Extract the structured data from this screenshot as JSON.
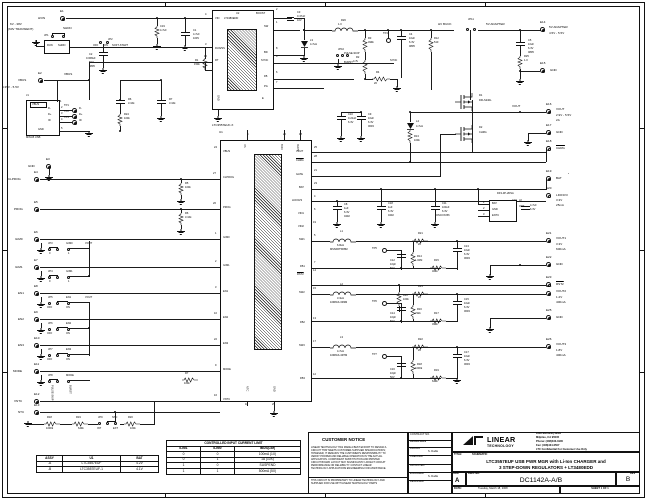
{
  "sheet": {
    "title": "SCHEMATIC",
    "title_line1": "LTC3557EUF USB PWR MGR with Li-Ion CHARGER and",
    "title_line2": "3 STEP-DOWN REGULATORS + LT3480EDD",
    "dwg_no": "DC1142A-A/B",
    "rev": "B",
    "size": "A",
    "sheet_num": "SHEET  1  OF  1",
    "date": "Tuesday, March 18, 2008",
    "date_label": "DATE:",
    "size_label": "SIZE",
    "dwgno_label": "DWG NO.",
    "rev_label": "REV",
    "title_label": "TITLE:",
    "contract_label": "CONTRACT NO.",
    "approvals_label": "APPROVALS",
    "rows": [
      {
        "label": "DRAWN",
        "value": "S. Dudle"
      },
      {
        "label": "CHECKED",
        "value": ""
      },
      {
        "label": "APPROVED",
        "value": ""
      },
      {
        "label": "ENGINEER",
        "value": "S. Dudle"
      },
      {
        "label": "DESIGNER",
        "value": ""
      }
    ],
    "company": "LINEAR",
    "company_sub": "TECHNOLOGY",
    "address": [
      "1630 McCarthy Blvd",
      "Milpitas, CA 95035",
      "Phone: (408)432-1900",
      "Fax: (408)434-0507",
      "LTC Confidential For Customer Use Only"
    ],
    "customer_notice_title": "CUSTOMER NOTICE",
    "customer_notice": [
      "LINEAR TECHNOLOGY HAS MADE A BEST EFFORT TO DESIGN A",
      "CIRCUIT THAT MEETS CUSTOMER-SUPPLIED SPECIFICATIONS;",
      "HOWEVER, IT REMAINS THE CUSTOMER'S RESPONSIBILITY TO",
      "VERIFY PROPER AND RELIABLE OPERATION IN THE ACTUAL",
      "APPLICATION.  COMPONENT SUBSTITUTION AND PRINTED",
      "CIRCUIT BOARD LAYOUT MAY SIGNIFICANTLY AFFECT CIRCUIT",
      "PERFORMANCE OR RELIABILITY.  CONTACT LINEAR",
      "TECHNOLOGY APPLICATIONS ENGINEERING FOR ASSISTANCE."
    ],
    "proprietary": [
      "THIS CIRCUIT IS PROPRIETARY TO LINEAR TECHNOLOGY AND",
      "SUPPLIED FOR USE WITH LINEAR TECHNOLOGY PARTS"
    ]
  },
  "assy_table": {
    "headers": [
      "ASSY",
      "U1",
      "BAT"
    ],
    "rows": [
      [
        "-A",
        "LTC3557EUF",
        "4.2V"
      ],
      [
        "-B",
        "LTC3557EUF-1",
        "4.1V"
      ]
    ]
  },
  "ilim_table": {
    "title": "CONTROLLED INPUT CURRENT LIMIT",
    "headers": [
      "ILIM1",
      "ILIM0",
      "IBUS(LIM)"
    ],
    "rows": [
      [
        "0",
        "0",
        "100mA (1X)"
      ],
      [
        "0",
        "1",
        "1A (10X)"
      ],
      [
        "1",
        "0",
        "SUSPEND"
      ],
      [
        "1",
        "1",
        "500mA (5X)"
      ]
    ]
  },
  "u1": {
    "ref": "U1",
    "part": "LTC3557EUF-X",
    "left_pins": [
      {
        "num": "24",
        "name": "VBUS"
      },
      {
        "num": "27",
        "name": "CLPROG"
      },
      {
        "num": "26",
        "name": "PROG"
      },
      {
        "num": "1",
        "name": "ILIM0"
      },
      {
        "num": "2",
        "name": "ILIM1"
      },
      {
        "num": "3",
        "name": "EN1"
      },
      {
        "num": "10",
        "name": "EN2"
      },
      {
        "num": "22",
        "name": "EN3"
      },
      {
        "num": "9",
        "name": "MODE"
      },
      {
        "num": "16",
        "name": "VNTC"
      }
    ],
    "right_pins": [
      {
        "num": "25",
        "name": "VOUT"
      },
      {
        "num": "28",
        "name": "CHRG"
      },
      {
        "num": "21",
        "name": "GATE"
      },
      {
        "num": "23",
        "name": "BAT"
      },
      {
        "num": "4",
        "name": "LDO3V3"
      },
      {
        "num": "6",
        "name": "VIN1"
      },
      {
        "num": "19",
        "name": "VIN2"
      },
      {
        "num": "5",
        "name": "SW1"
      },
      {
        "num": "7",
        "name": "FB1"
      },
      {
        "num": "14",
        "name": "RST2"
      },
      {
        "num": "15",
        "name": "SW2"
      },
      {
        "num": "13",
        "name": "FB2"
      },
      {
        "num": "17",
        "name": "SW3"
      },
      {
        "num": "12",
        "name": "FB3"
      }
    ],
    "top_pins": [
      {
        "num": "8",
        "name": "VC"
      },
      {
        "num": "20",
        "name": "VIN3"
      },
      {
        "num": "18",
        "name": "ACPR"
      }
    ],
    "bottom_pins": [
      {
        "num": "11",
        "name": "NTC"
      },
      {
        "num": "29",
        "name": "GND"
      }
    ]
  },
  "u2": {
    "ref": "U2",
    "part": "LT3480EDD",
    "left_pins": [
      {
        "num": "4",
        "name": "VIN"
      },
      {
        "num": "3",
        "name": "RUN/SS"
      },
      {
        "num": "10",
        "name": "RT"
      }
    ],
    "right_pins": [
      {
        "num": "2",
        "name": "BOOST"
      },
      {
        "num": "1",
        "name": "SW"
      },
      {
        "num": "8",
        "name": "BD"
      },
      {
        "num": "9",
        "name": "SYNC"
      },
      {
        "num": "6",
        "name": "FB"
      },
      {
        "num": "7",
        "name": "PG"
      }
    ],
    "bottom_pins": [
      {
        "num": "5",
        "name": "GND"
      },
      {
        "num": "11",
        "name": "E"
      }
    ]
  },
  "terminals": [
    {
      "ref": "E1",
      "name": "HVIN",
      "note": "6V - 38V\n(60V TRANSIENT)"
    },
    {
      "ref": "E2",
      "name": "VBUS",
      "note": "4.35V - 5.5V"
    },
    {
      "ref": "E3",
      "name": "GND",
      "note": ""
    },
    {
      "ref": "E4",
      "name": "CLPROG",
      "note": ""
    },
    {
      "ref": "E5",
      "name": "PROG",
      "note": ""
    },
    {
      "ref": "E6",
      "name": "ILIM0",
      "note": ""
    },
    {
      "ref": "E7",
      "name": "ILIM1",
      "note": ""
    },
    {
      "ref": "E8",
      "name": "EN1",
      "note": ""
    },
    {
      "ref": "E9",
      "name": "EN2",
      "note": ""
    },
    {
      "ref": "E10",
      "name": "EN3",
      "note": ""
    },
    {
      "ref": "E11",
      "name": "MODE",
      "note": ""
    },
    {
      "ref": "E12",
      "name": "VNTC",
      "note": ""
    },
    {
      "ref": "E13",
      "name": "NTC",
      "note": ""
    },
    {
      "ref": "E14",
      "name": "5V ADAPTER",
      "note": "4.5V - 5.5V"
    },
    {
      "ref": "E15",
      "name": "GND",
      "note": ""
    },
    {
      "ref": "E16",
      "name": "VOUT",
      "note": "2.9V - 5.5V\n2A"
    },
    {
      "ref": "E17",
      "name": "GND",
      "note": ""
    },
    {
      "ref": "E18",
      "name": "CHRG",
      "note": ""
    },
    {
      "ref": "E19",
      "name": "BAT",
      "note": ""
    },
    {
      "ref": "E20",
      "name": "LDO3V3",
      "note": "3.3V\n25mA"
    },
    {
      "ref": "E21",
      "name": "VOUT1",
      "note": "3.3V\n600mA"
    },
    {
      "ref": "E22",
      "name": "GND",
      "note": ""
    },
    {
      "ref": "E23",
      "name": "RST2",
      "note": ""
    },
    {
      "ref": "E24",
      "name": "VOUT2",
      "note": "1.2V\n400mA"
    },
    {
      "ref": "E25",
      "name": "GND",
      "note": ""
    },
    {
      "ref": "E26",
      "name": "VOUT3",
      "note": "1.8V\n400mA"
    }
  ],
  "jumpers": [
    {
      "ref": "JP1",
      "name": "SHDN",
      "opt_a": "RUN",
      "opt_b": "SHDN"
    },
    {
      "ref": "JP2",
      "name": "SOFT-START",
      "opt_a": "OFF",
      "opt_b": "ON"
    },
    {
      "ref": "JP3",
      "name": "ILIM0",
      "opt_a": "0",
      "opt_b": "1"
    },
    {
      "ref": "JP4",
      "name": "ILIM1",
      "opt_a": "0",
      "opt_b": "1"
    },
    {
      "ref": "JP5",
      "name": "EN1",
      "opt_a": "OFF",
      "opt_b": "ON"
    },
    {
      "ref": "JP6",
      "name": "EN2",
      "opt_a": "OFF",
      "opt_b": "ON"
    },
    {
      "ref": "JP7",
      "name": "EN3",
      "opt_a": "OFF",
      "opt_b": "ON"
    },
    {
      "ref": "JP8",
      "name": "MODE",
      "opt_a": "PULSE-SKIP",
      "opt_b": "BURST"
    },
    {
      "ref": "JP9",
      "name": "NTC",
      "opt_a": "INT",
      "opt_b": "EXT"
    },
    {
      "ref": "JP10",
      "name": "",
      "opt_a": "PULSE-SKIP",
      "opt_b": "BURST"
    },
    {
      "ref": "JP11",
      "name": "",
      "opt_a": "",
      "opt_b": ""
    }
  ],
  "connectors": [
    {
      "ref": "J1",
      "part": "MINI-B USB",
      "pins": [
        "VBUS",
        "D-",
        "D+",
        "ID",
        "GND"
      ],
      "pin_nums": [
        "1",
        "2",
        "3",
        "4",
        "5"
      ]
    },
    {
      "ref": "J2",
      "part": "DF3-3P-2DSA",
      "pins": [
        "BAT",
        "GND",
        "ENTC"
      ],
      "pin_nums": [
        "1",
        "2",
        "3"
      ],
      "note": "OPT"
    }
  ],
  "testpoints": [
    {
      "ref": "TP1",
      "net": "D-"
    },
    {
      "ref": "TP2",
      "net": "D+"
    },
    {
      "ref": "TP3",
      "net": "ID"
    },
    {
      "ref": "TP4",
      "net": ""
    },
    {
      "ref": "TP5",
      "net": ""
    },
    {
      "ref": "TP6",
      "net": ""
    },
    {
      "ref": "TP7",
      "net": ""
    }
  ],
  "components": [
    {
      "ref": "C1",
      "value": "4.7uF",
      "rating": "100V",
      "pkg": ""
    },
    {
      "ref": "C2",
      "value": "0.068uF",
      "rating": "50V",
      "pkg": "0805"
    },
    {
      "ref": "C3",
      "value": "0.47uF",
      "rating": "10V",
      "pkg": ""
    },
    {
      "ref": "C4",
      "value": "10uF",
      "rating": "6.3V",
      "pkg": "0805"
    },
    {
      "ref": "C5",
      "value": "10uF",
      "rating": "6.3V",
      "pkg": "0805"
    },
    {
      "ref": "C6",
      "value": "10uF",
      "rating": "6.3V",
      "pkg": "0603"
    },
    {
      "ref": "C7",
      "value": "10uF",
      "rating": "6.3V",
      "pkg": "0603"
    },
    {
      "ref": "C8",
      "value": "1uF",
      "rating": "6.3V",
      "pkg": "0402"
    },
    {
      "ref": "C9",
      "value": "10uF",
      "rating": "6.3V",
      "pkg": "0603"
    },
    {
      "ref": "C10",
      "value": "0.22uF",
      "rating": "6.3V",
      "pkg": "0402"
    },
    {
      "ref": "C11",
      "value": "100uF",
      "rating": "6.3V",
      "pkg": "OSCON B6"
    },
    {
      "ref": "C12",
      "value": "10pF",
      "rating": "50V",
      "pkg": ""
    },
    {
      "ref": "C13",
      "value": "10uF",
      "rating": "6.3V",
      "pkg": "0603"
    },
    {
      "ref": "C14",
      "value": "10pF",
      "rating": "50V",
      "pkg": ""
    },
    {
      "ref": "C15",
      "value": "10uF",
      "rating": "6.3V",
      "pkg": "0603"
    },
    {
      "ref": "C16",
      "value": "10pF",
      "rating": "50V",
      "pkg": ""
    },
    {
      "ref": "C17",
      "value": "10uF",
      "rating": "6.3V",
      "pkg": "0603"
    },
    {
      "ref": "C18",
      "value": "1uF",
      "rating": "6.3V",
      "pkg": "0402"
    },
    {
      "ref": "C19",
      "value": "4.7uF",
      "rating": "6.3V",
      "pkg": "0805"
    },
    {
      "ref": "R1",
      "value": "150k",
      "rating": "",
      "pkg": ""
    },
    {
      "ref": "R2",
      "value": "4.7k",
      "rating": "",
      "pkg": ""
    },
    {
      "ref": "R3",
      "value": "499k",
      "rating": "",
      "pkg": ""
    },
    {
      "ref": "R4",
      "value": "20",
      "rating": "",
      "pkg": ""
    },
    {
      "ref": "R5",
      "value": "100k",
      "rating": "",
      "pkg": ""
    },
    {
      "ref": "R6",
      "value": "3.16k",
      "rating": "",
      "pkg": ""
    },
    {
      "ref": "R7",
      "value": "3.16k",
      "rating": "",
      "pkg": ""
    },
    {
      "ref": "R8",
      "value": "100k",
      "rating": "",
      "pkg": ""
    },
    {
      "ref": "R9",
      "value": "100k",
      "rating": "",
      "pkg": ""
    },
    {
      "ref": "R10",
      "value": "0",
      "rating": "",
      "pkg": ""
    },
    {
      "ref": "R11",
      "value": "0",
      "rating": "",
      "pkg": ""
    },
    {
      "ref": "R12",
      "value": "510",
      "rating": "",
      "pkg": ""
    },
    {
      "ref": "R13",
      "value": "100k",
      "rating": "",
      "pkg": ""
    },
    {
      "ref": "R14",
      "value": "1.02M",
      "rating": "",
      "pkg": ""
    },
    {
      "ref": "R15",
      "value": "324k",
      "rating": "",
      "pkg": ""
    },
    {
      "ref": "R16",
      "value": "232k",
      "rating": "",
      "pkg": ""
    },
    {
      "ref": "R17",
      "value": "499k",
      "rating": "",
      "pkg": ""
    },
    {
      "ref": "R18",
      "value": "1000k",
      "rating": "",
      "pkg": ""
    },
    {
      "ref": "R19",
      "value": "649k",
      "rating": "",
      "pkg": ""
    },
    {
      "ref": "R20",
      "value": "100k",
      "rating": "",
      "pkg": ""
    },
    {
      "ref": "R21",
      "value": "20",
      "rating": "",
      "pkg": ""
    },
    {
      "ref": "R22",
      "value": "20",
      "rating": "",
      "pkg": ""
    },
    {
      "ref": "R23",
      "value": "20",
      "rating": "",
      "pkg": ""
    },
    {
      "ref": "R24",
      "value": "100k",
      "rating": "",
      "pkg": ""
    },
    {
      "ref": "R25",
      "value": "1.0",
      "rating": "",
      "pkg": ""
    },
    {
      "ref": "R26",
      "value": "1.0",
      "rating": "",
      "pkg": ""
    },
    {
      "ref": "L1",
      "value": "6.8uH",
      "rating": "",
      "pkg": "MSS6RT5R8M"
    },
    {
      "ref": "L2",
      "value": "3.3uH",
      "rating": "",
      "pkg": "1098AS-3R3M"
    },
    {
      "ref": "L3",
      "value": "4.7uH",
      "rating": "",
      "pkg": "1098AS-4R7M"
    },
    {
      "ref": "L4",
      "value": "4.7uH",
      "rating": "",
      "pkg": "1098AS-4R7M"
    },
    {
      "ref": "D1",
      "value": "DFLS240L",
      "rating": "",
      "pkg": ""
    },
    {
      "ref": "D2",
      "value": "CHRG",
      "rating": "",
      "pkg": ""
    },
    {
      "ref": "Q1",
      "value": "Si3503DS",
      "rating": "",
      "pkg": ""
    },
    {
      "ref": "Q2",
      "value": "Si2303DS",
      "rating": "",
      "pkg": ""
    }
  ],
  "nets": [
    "HVIN",
    "SHDN",
    "VBUS",
    "HV BUCK",
    "5V ADAPTER",
    "VOUT",
    "SYNC",
    "CHRG",
    "BAT",
    "D-",
    "D+",
    "ID",
    "NTC",
    "GND",
    "ILIM0",
    "ILIM1",
    "EN1",
    "EN2",
    "EN3",
    "MODE",
    "VNTC"
  ],
  "zone_labels_x": [
    "1",
    "2",
    "3",
    "4"
  ],
  "zone_labels_y": [
    "A",
    "B",
    "C",
    "D"
  ]
}
